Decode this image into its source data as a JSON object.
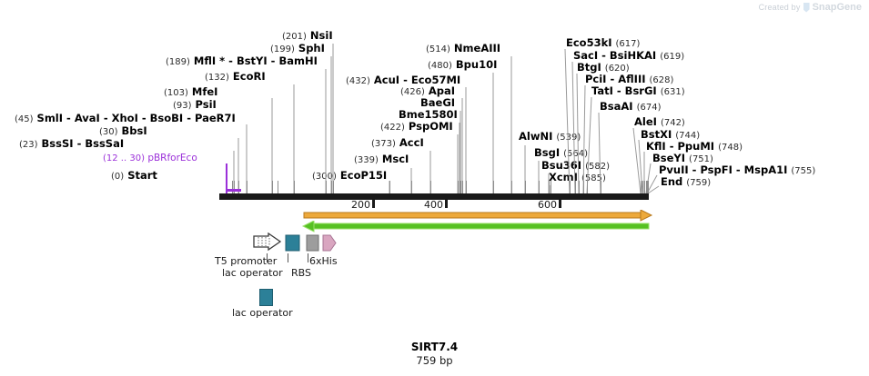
{
  "watermark": {
    "prefix": "Created by",
    "brand": "SnapGene"
  },
  "sequence": {
    "name": "SIRT7.4",
    "length_label": "759 bp",
    "length_bp": 759
  },
  "ruler": {
    "ticks": [
      {
        "label": "200",
        "value": 200
      },
      {
        "label": "400",
        "value": 400
      },
      {
        "label": "600",
        "value": 600
      }
    ]
  },
  "annotations": [
    {
      "id": "start",
      "pos_label": "(0)",
      "name": "Start",
      "site": 0,
      "style": "terminus"
    },
    {
      "id": "pbrforeco",
      "pos_label": "(12 .. 30)",
      "name": "pBRforEco",
      "site": 21,
      "style": "primer"
    },
    {
      "id": "bsssi",
      "pos_label": "(23)",
      "name": "BssSI  - BssSaI",
      "site": 23,
      "style": "enzyme"
    },
    {
      "id": "bbsi",
      "pos_label": "(30)",
      "name": "BbsI",
      "site": 30,
      "style": "enzyme"
    },
    {
      "id": "smli",
      "pos_label": "(45)",
      "name": "SmlI  - AvaI  - XhoI  - BsoBI  - PaeR7I",
      "site": 45,
      "style": "enzyme"
    },
    {
      "id": "psii",
      "pos_label": "(93)",
      "name": "PsiI",
      "site": 93,
      "style": "enzyme"
    },
    {
      "id": "mfei",
      "pos_label": "(103)",
      "name": "MfeI",
      "site": 103,
      "style": "enzyme"
    },
    {
      "id": "ecori",
      "pos_label": "(132)",
      "name": "EcoRI",
      "site": 132,
      "style": "enzyme"
    },
    {
      "id": "mfli",
      "pos_label": "(189)",
      "name": "MflI * - BstYI  - BamHI",
      "site": 189,
      "style": "enzyme"
    },
    {
      "id": "sphi",
      "pos_label": "(199)",
      "name": "SphI",
      "site": 199,
      "style": "enzyme"
    },
    {
      "id": "nsii",
      "pos_label": "(201)",
      "name": "NsiI",
      "site": 201,
      "style": "enzyme"
    },
    {
      "id": "ecop15i",
      "pos_label": "(300)",
      "name": "EcoP15I",
      "site": 300,
      "style": "enzyme"
    },
    {
      "id": "msci",
      "pos_label": "(339)",
      "name": "MscI",
      "site": 339,
      "style": "enzyme"
    },
    {
      "id": "acci",
      "pos_label": "(373)",
      "name": "AccI",
      "site": 373,
      "style": "enzyme"
    },
    {
      "id": "pspomi",
      "pos_label": "(422)",
      "name": "PspOMI",
      "site": 422,
      "style": "enzyme"
    },
    {
      "id": "bme1580i",
      "pos_label": "",
      "name": "Bme1580I",
      "site": 424,
      "style": "enzyme"
    },
    {
      "id": "baegi",
      "pos_label": "",
      "name": "BaeGI",
      "site": 425,
      "style": "enzyme"
    },
    {
      "id": "apai",
      "pos_label": "(426)",
      "name": "ApaI",
      "site": 426,
      "style": "enzyme"
    },
    {
      "id": "acui",
      "pos_label": "(432)",
      "name": "AcuI  - Eco57MI",
      "site": 432,
      "style": "enzyme"
    },
    {
      "id": "bpu10i",
      "pos_label": "(480)",
      "name": "Bpu10I",
      "site": 480,
      "style": "enzyme"
    },
    {
      "id": "nmeaiii",
      "pos_label": "(514)",
      "name": "NmeAIII",
      "site": 514,
      "style": "enzyme"
    },
    {
      "id": "alwni",
      "pos_label": "(539)",
      "name": "AlwNI",
      "site": 539,
      "style": "enzyme"
    },
    {
      "id": "bsgi",
      "pos_label": "(564)",
      "name": "BsgI",
      "site": 564,
      "style": "enzyme"
    },
    {
      "id": "bsu36i",
      "pos_label": "(582)",
      "name": "Bsu36I",
      "site": 582,
      "style": "enzyme"
    },
    {
      "id": "xcmi",
      "pos_label": "(585)",
      "name": "XcmI",
      "site": 585,
      "style": "enzyme"
    },
    {
      "id": "eco53ki",
      "pos_label": "(617)",
      "name": "Eco53kI",
      "site": 617,
      "style": "enzyme"
    },
    {
      "id": "saci",
      "pos_label": "(619)",
      "name": "SacI  - BsiHKAI",
      "site": 619,
      "style": "enzyme"
    },
    {
      "id": "btgi",
      "pos_label": "(620)",
      "name": "BtgI",
      "site": 620,
      "style": "enzyme"
    },
    {
      "id": "pcii",
      "pos_label": "(628)",
      "name": "PciI  - AflIII",
      "site": 628,
      "style": "enzyme"
    },
    {
      "id": "tati",
      "pos_label": "(631)",
      "name": "TatI  - BsrGI",
      "site": 631,
      "style": "enzyme"
    },
    {
      "id": "bsaai",
      "pos_label": "(674)",
      "name": "BsaAI",
      "site": 674,
      "style": "enzyme"
    },
    {
      "id": "alei",
      "pos_label": "(742)",
      "name": "AleI",
      "site": 742,
      "style": "enzyme"
    },
    {
      "id": "bstxi",
      "pos_label": "(744)",
      "name": "BstXI",
      "site": 744,
      "style": "enzyme"
    },
    {
      "id": "kfli",
      "pos_label": "(748)",
      "name": "KflI  - PpuMI",
      "site": 748,
      "style": "enzyme"
    },
    {
      "id": "bseyi",
      "pos_label": "(751)",
      "name": "BseYI",
      "site": 751,
      "style": "enzyme"
    },
    {
      "id": "pvuii",
      "pos_label": "(755)",
      "name": "PvuII  - PspFI  - MspA1I",
      "site": 755,
      "style": "enzyme"
    },
    {
      "id": "end",
      "pos_label": "(759)",
      "name": "End",
      "site": 759,
      "style": "terminus"
    }
  ],
  "tracks": [
    {
      "id": "orange-track",
      "direction": "right",
      "color": "#eda93b",
      "outline": "#b8791d"
    },
    {
      "id": "green-track",
      "direction": "left",
      "color": "#56c122",
      "outline": "#9ae06a"
    }
  ],
  "features": [
    {
      "id": "t5-promoter",
      "label": "T5 promoter",
      "glyph": "arrow-right-open",
      "color": "#ffffff",
      "outline": "#3a3a3a"
    },
    {
      "id": "lac-operator-1",
      "label": "lac operator",
      "glyph": "box",
      "color": "#2c8098",
      "outline": "#1f5e70"
    },
    {
      "id": "rbs",
      "label": "RBS",
      "glyph": "box",
      "color": "#9d9d9d",
      "outline": "#6e6e6e"
    },
    {
      "id": "6xhis",
      "label": "6xHis",
      "glyph": "pentagon-right",
      "color": "#d9a6c0",
      "outline": "#a87494"
    }
  ],
  "legend": [
    {
      "id": "lac-operator-legend",
      "label": "lac operator",
      "color": "#2c8098",
      "outline": "#1f5e70"
    }
  ]
}
